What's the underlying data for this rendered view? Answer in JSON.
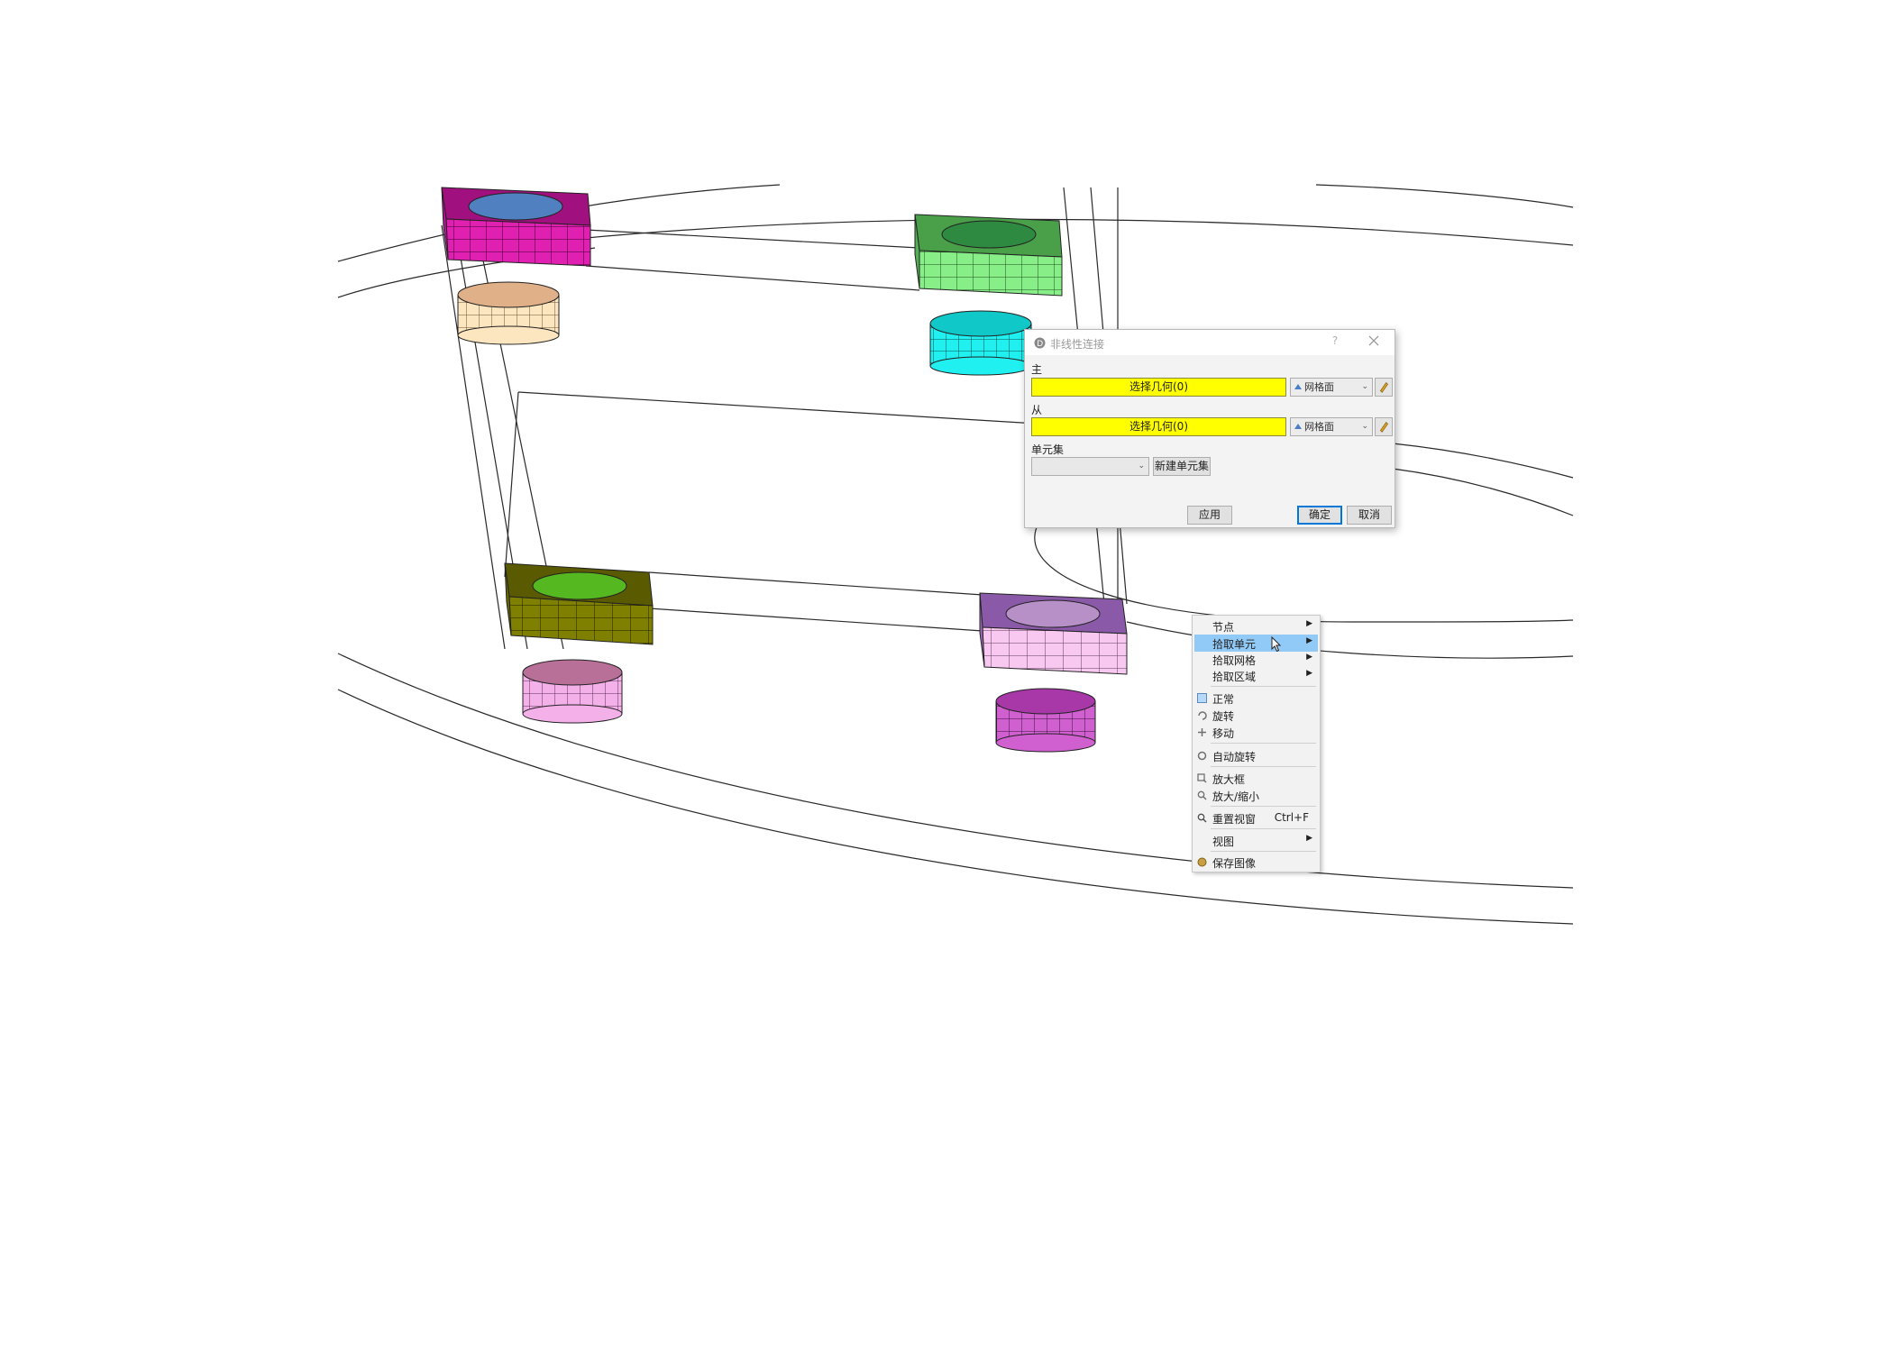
{
  "dialog": {
    "title": "非线性连接",
    "help": "?",
    "master_label": "主",
    "slave_label": "从",
    "master_field": "选择几何(0)",
    "slave_field": "选择几何(0)",
    "master_type": "网格面",
    "slave_type": "网格面",
    "element_set_label": "单元集",
    "element_set_value": "",
    "new_element_set": "新建单元集",
    "apply": "应用",
    "ok": "确定",
    "cancel": "取消"
  },
  "context_menu": {
    "items": [
      {
        "label": "节点",
        "submenu": true
      },
      {
        "label": "拾取单元",
        "submenu": true,
        "highlighted": true
      },
      {
        "label": "拾取网格",
        "submenu": true
      },
      {
        "label": "拾取区域",
        "submenu": true
      },
      {
        "label": "正常",
        "icon": "normal-mode-icon"
      },
      {
        "label": "旋转",
        "icon": "rotate-icon"
      },
      {
        "label": "移动",
        "icon": "move-icon"
      },
      {
        "label": "自动旋转",
        "icon": "auto-rotate-icon"
      },
      {
        "label": "放大框",
        "icon": "zoom-box-icon"
      },
      {
        "label": "放大/缩小",
        "icon": "zoom-in-out-icon"
      },
      {
        "label": "重置视窗",
        "icon": "reset-view-icon",
        "shortcut": "Ctrl+F"
      },
      {
        "label": "视图",
        "submenu": true
      },
      {
        "label": "保存图像",
        "icon": "save-image-icon"
      }
    ]
  },
  "colors": {
    "pick_field": "#ffff00",
    "menu_highlight": "#91c9f7",
    "footing_magenta": "#e020b0",
    "footing_green": "#88ee88",
    "footing_olive": "#808000",
    "footing_pink": "#f8c8f0",
    "pile_peach": "#fce6c0",
    "pile_cyan": "#20f0f0",
    "pile_pink": "#f4b0e8",
    "pile_purple": "#d060d0"
  }
}
